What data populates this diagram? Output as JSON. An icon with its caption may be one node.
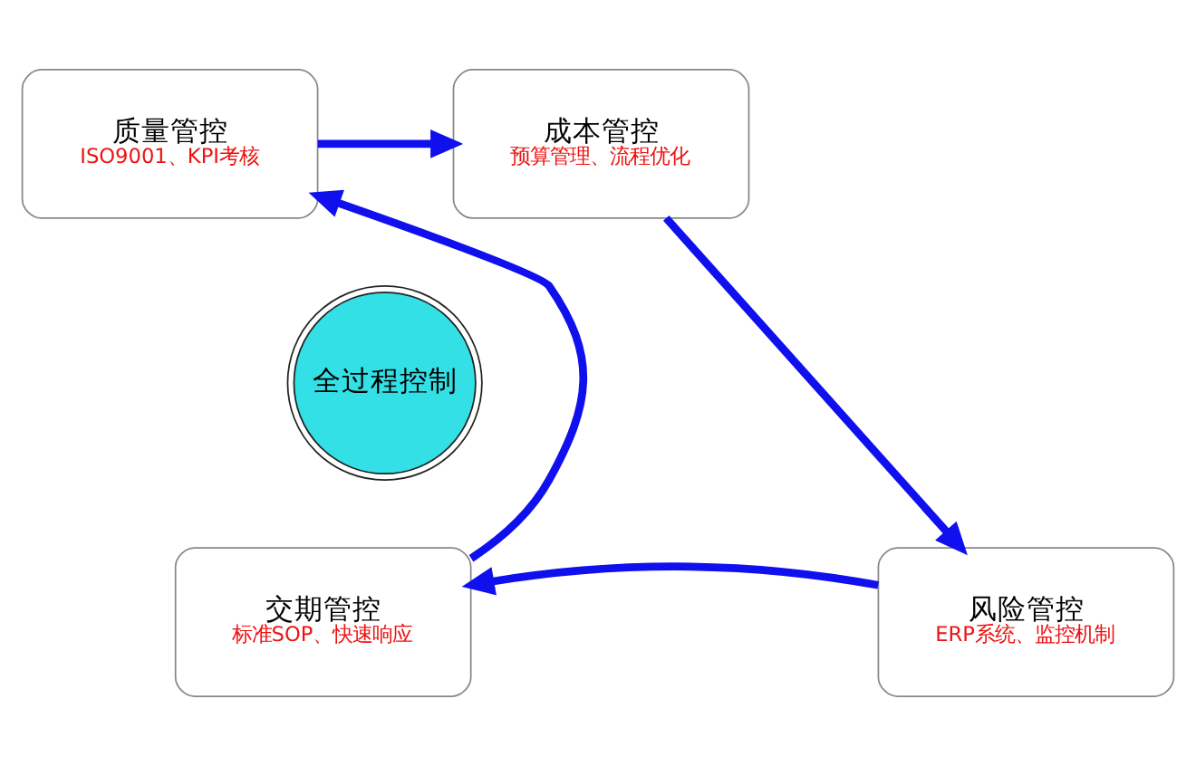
{
  "diagram": {
    "nodes": [
      {
        "text": [
          "质量管控",
          "ISO9001、KPI考核"
        ]
      },
      {
        "text": [
          "成本管控",
          "预算管理、流程优化"
        ]
      },
      {
        "text": [
          "风险管控",
          "ERP系统、监控机制"
        ]
      },
      {
        "text": [
          "交期管控",
          "标准SOP、快速响应"
        ]
      },
      {
        "text": [
          "全过程控制"
        ]
      }
    ],
    "edges": [
      {
        "from": 0,
        "to": 1,
        "arrow": "to"
      },
      {
        "from": 1,
        "to": 2,
        "arrow": "to"
      },
      {
        "from": 2,
        "to": 3,
        "arrow": "to"
      },
      {
        "from": 3,
        "to": 0,
        "arrow": "to"
      }
    ]
  }
}
